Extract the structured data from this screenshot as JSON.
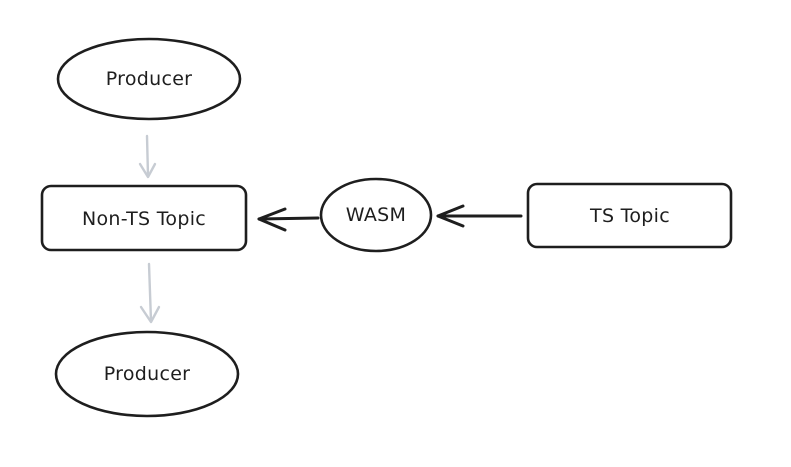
{
  "nodes": {
    "producer_top": {
      "label": "Producer"
    },
    "non_ts_topic": {
      "label": "Non-TS Topic"
    },
    "wasm": {
      "label": "WASM"
    },
    "ts_topic": {
      "label": "TS Topic"
    },
    "producer_bottom": {
      "label": "Producer"
    }
  },
  "edges": [
    {
      "from": "producer_top",
      "to": "non_ts_topic",
      "style": "light"
    },
    {
      "from": "non_ts_topic",
      "to": "producer_bottom",
      "style": "light"
    },
    {
      "from": "ts_topic",
      "to": "wasm",
      "style": "dark"
    },
    {
      "from": "wasm",
      "to": "non_ts_topic",
      "style": "dark"
    }
  ],
  "colors": {
    "stroke": "#1e1e1e",
    "light_arrow": "#c7ccd3",
    "background": "#ffffff"
  }
}
